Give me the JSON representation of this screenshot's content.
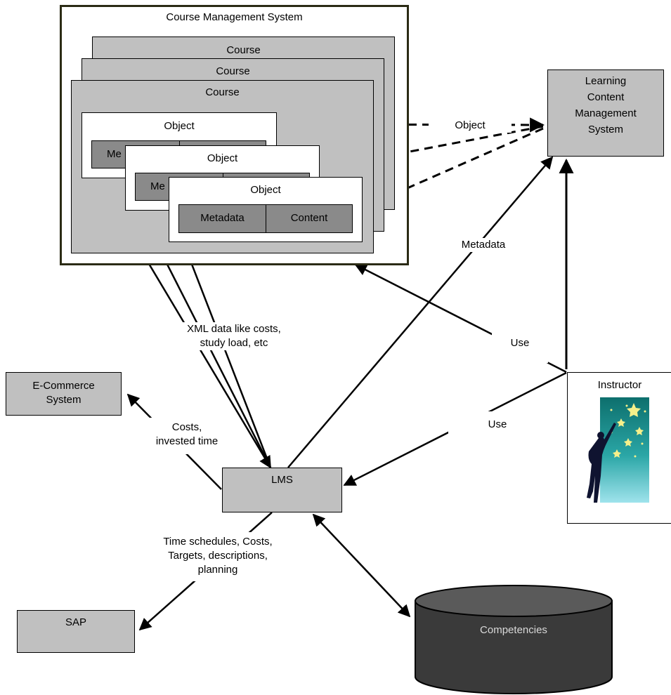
{
  "course_management_system": {
    "title": "Course Management System",
    "courses": [
      "Course",
      "Course",
      "Course"
    ],
    "objects": [
      {
        "title": "Object",
        "metadata": "Me",
        "content": ""
      },
      {
        "title": "Object",
        "metadata": "Me",
        "content": ""
      },
      {
        "title": "Object",
        "metadata": "Metadata",
        "content": "Content"
      }
    ]
  },
  "lcms": {
    "label": "Learning\nContent\nManagement\nSystem"
  },
  "ecommerce": {
    "label": "E-Commerce\nSystem"
  },
  "lms": {
    "label": "LMS"
  },
  "sap": {
    "label": "SAP"
  },
  "instructor": {
    "label": "Instructor",
    "image_icon": "person-reaching-stars-icon"
  },
  "competencies": {
    "label": "Competencies"
  },
  "edge_labels": {
    "object": "Object",
    "metadata": "Metadata",
    "xml": "XML data like costs,\nstudy load, etc",
    "use_top": "Use",
    "use_mid": "Use",
    "costs": "Costs,\ninvested time",
    "schedules": "Time schedules, Costs,\nTargets, descriptions,\nplanning"
  },
  "colors": {
    "box_gray": "#c0c0c0",
    "metadata_gray": "#8a8a8a",
    "database_dark": "#3a3a3a",
    "cms_border": "#2b2b15"
  }
}
